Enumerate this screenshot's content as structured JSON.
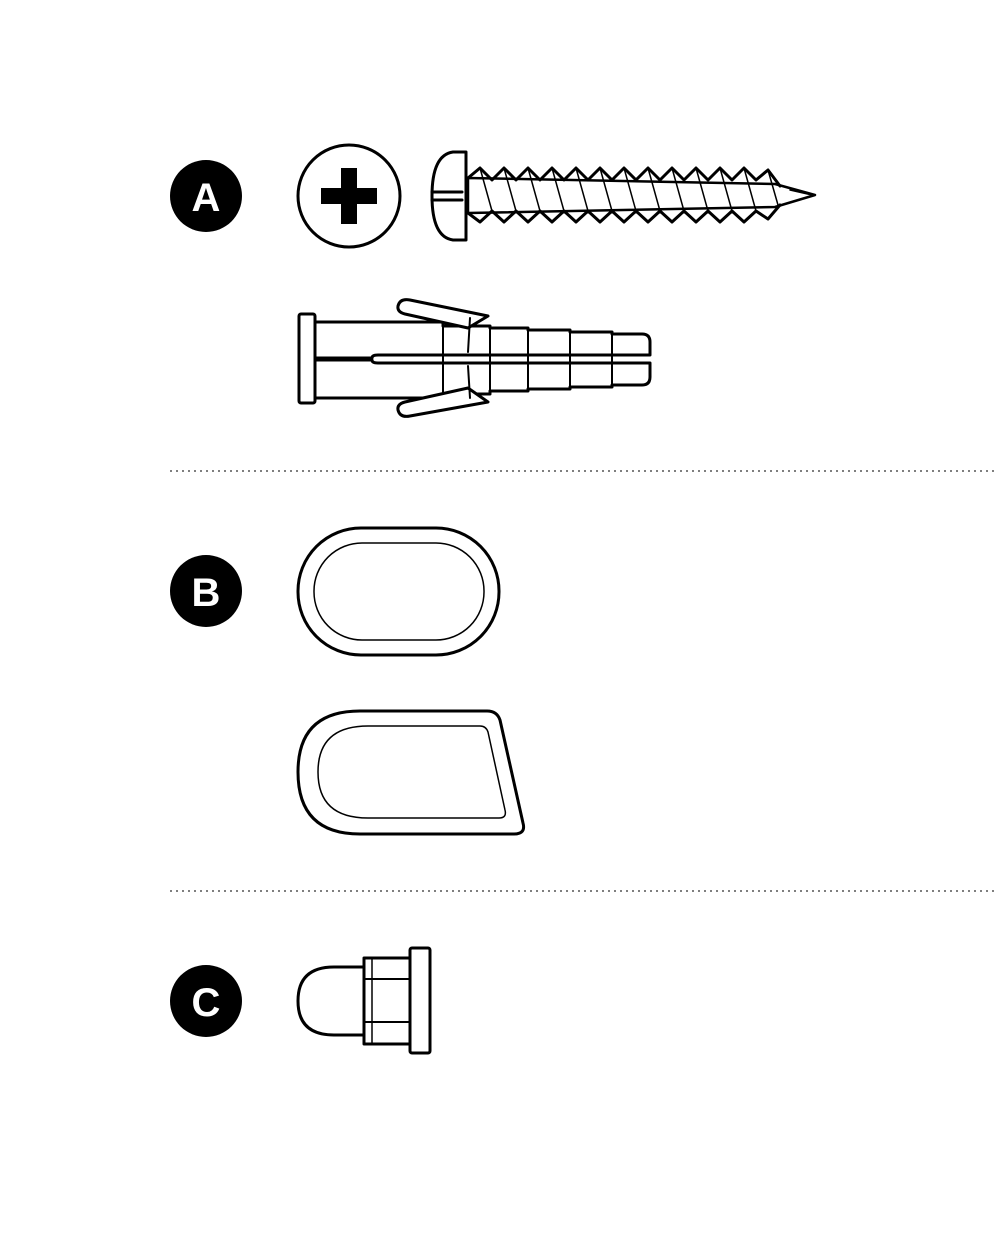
{
  "colors": {
    "ink": "#000000",
    "paper": "#ffffff",
    "divider": "#555555"
  },
  "sections": [
    {
      "label": "A",
      "parts": [
        "phillips-drive-icon",
        "pan-head-screw",
        "wall-anchor"
      ]
    },
    {
      "label": "B",
      "parts": [
        "oval-cap",
        "angled-cap"
      ]
    },
    {
      "label": "C",
      "parts": [
        "cap-nut"
      ]
    }
  ]
}
